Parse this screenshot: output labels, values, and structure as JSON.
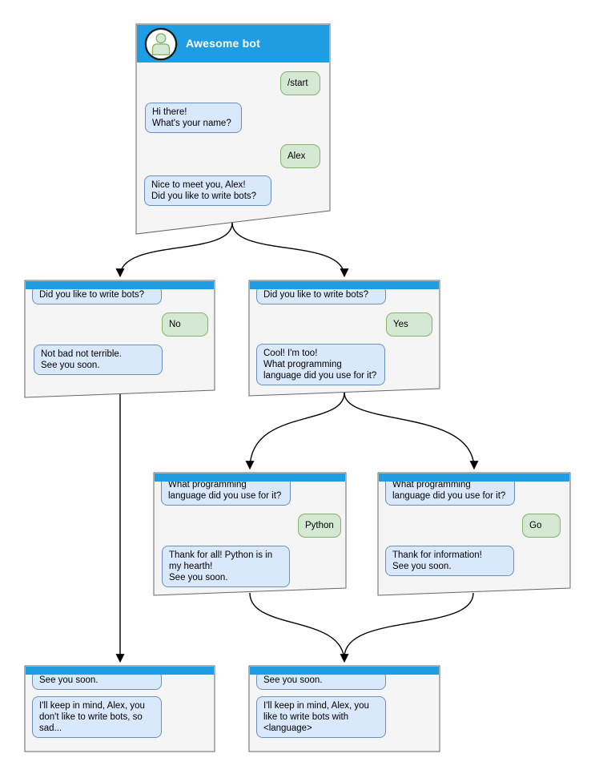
{
  "colors": {
    "titlebar_blue": "#1e9de2",
    "window_fill": "#f5f5f5",
    "window_border": "#666666",
    "bot_bubble_fill": "#dae8fc",
    "bot_bubble_border": "#6c8ebf",
    "user_bubble_fill": "#d5e8d4",
    "user_bubble_border": "#82b366",
    "connector": "#000000"
  },
  "windows": [
    {
      "id": "awesome-bot",
      "title": "Awesome bot",
      "avatar_icon": "person-icon",
      "messages": [
        {
          "from": "user",
          "text": "/start"
        },
        {
          "from": "bot",
          "text": "Hi there!\nWhat's your name?"
        },
        {
          "from": "user",
          "text": "Alex"
        },
        {
          "from": "bot",
          "text": "Nice to meet you, Alex!\nDid you like to write bots?"
        }
      ]
    },
    {
      "id": "branch-no",
      "messages": [
        {
          "from": "bot",
          "text": "Did you like to write bots?"
        },
        {
          "from": "user",
          "text": "No"
        },
        {
          "from": "bot",
          "text": "Not bad not terrible.\nSee you soon."
        }
      ]
    },
    {
      "id": "branch-yes",
      "messages": [
        {
          "from": "bot",
          "text": "Did you like to write bots?"
        },
        {
          "from": "user",
          "text": "Yes"
        },
        {
          "from": "bot",
          "text": "Cool! I'm too!\nWhat programming\nlanguage did you use for it?"
        }
      ]
    },
    {
      "id": "branch-python",
      "messages": [
        {
          "from": "bot",
          "text": "What programming\nlanguage did you use for it?"
        },
        {
          "from": "user",
          "text": "Python"
        },
        {
          "from": "bot",
          "text": "Thank for all! Python is in\nmy hearth!\nSee you soon."
        }
      ]
    },
    {
      "id": "branch-go",
      "messages": [
        {
          "from": "bot",
          "text": "What programming\nlanguage did you use for it?"
        },
        {
          "from": "user",
          "text": "Go"
        },
        {
          "from": "bot",
          "text": "Thank for information!\nSee you soon."
        }
      ]
    },
    {
      "id": "end-no",
      "messages": [
        {
          "from": "bot",
          "text": "See you soon."
        },
        {
          "from": "bot",
          "text": "I'll keep in mind, Alex, you\ndon't like to write bots, so\nsad..."
        }
      ]
    },
    {
      "id": "end-yes",
      "messages": [
        {
          "from": "bot",
          "text": "See you soon."
        },
        {
          "from": "bot",
          "text": "I'll keep in mind, Alex, you\nlike to write bots with\n<language>"
        }
      ]
    }
  ],
  "connections": [
    {
      "from": "awesome-bot",
      "to": "branch-no"
    },
    {
      "from": "awesome-bot",
      "to": "branch-yes"
    },
    {
      "from": "branch-yes",
      "to": "branch-python"
    },
    {
      "from": "branch-yes",
      "to": "branch-go"
    },
    {
      "from": "branch-no",
      "to": "end-no"
    },
    {
      "from": "branch-python",
      "to": "end-yes"
    },
    {
      "from": "branch-go",
      "to": "end-yes"
    }
  ]
}
